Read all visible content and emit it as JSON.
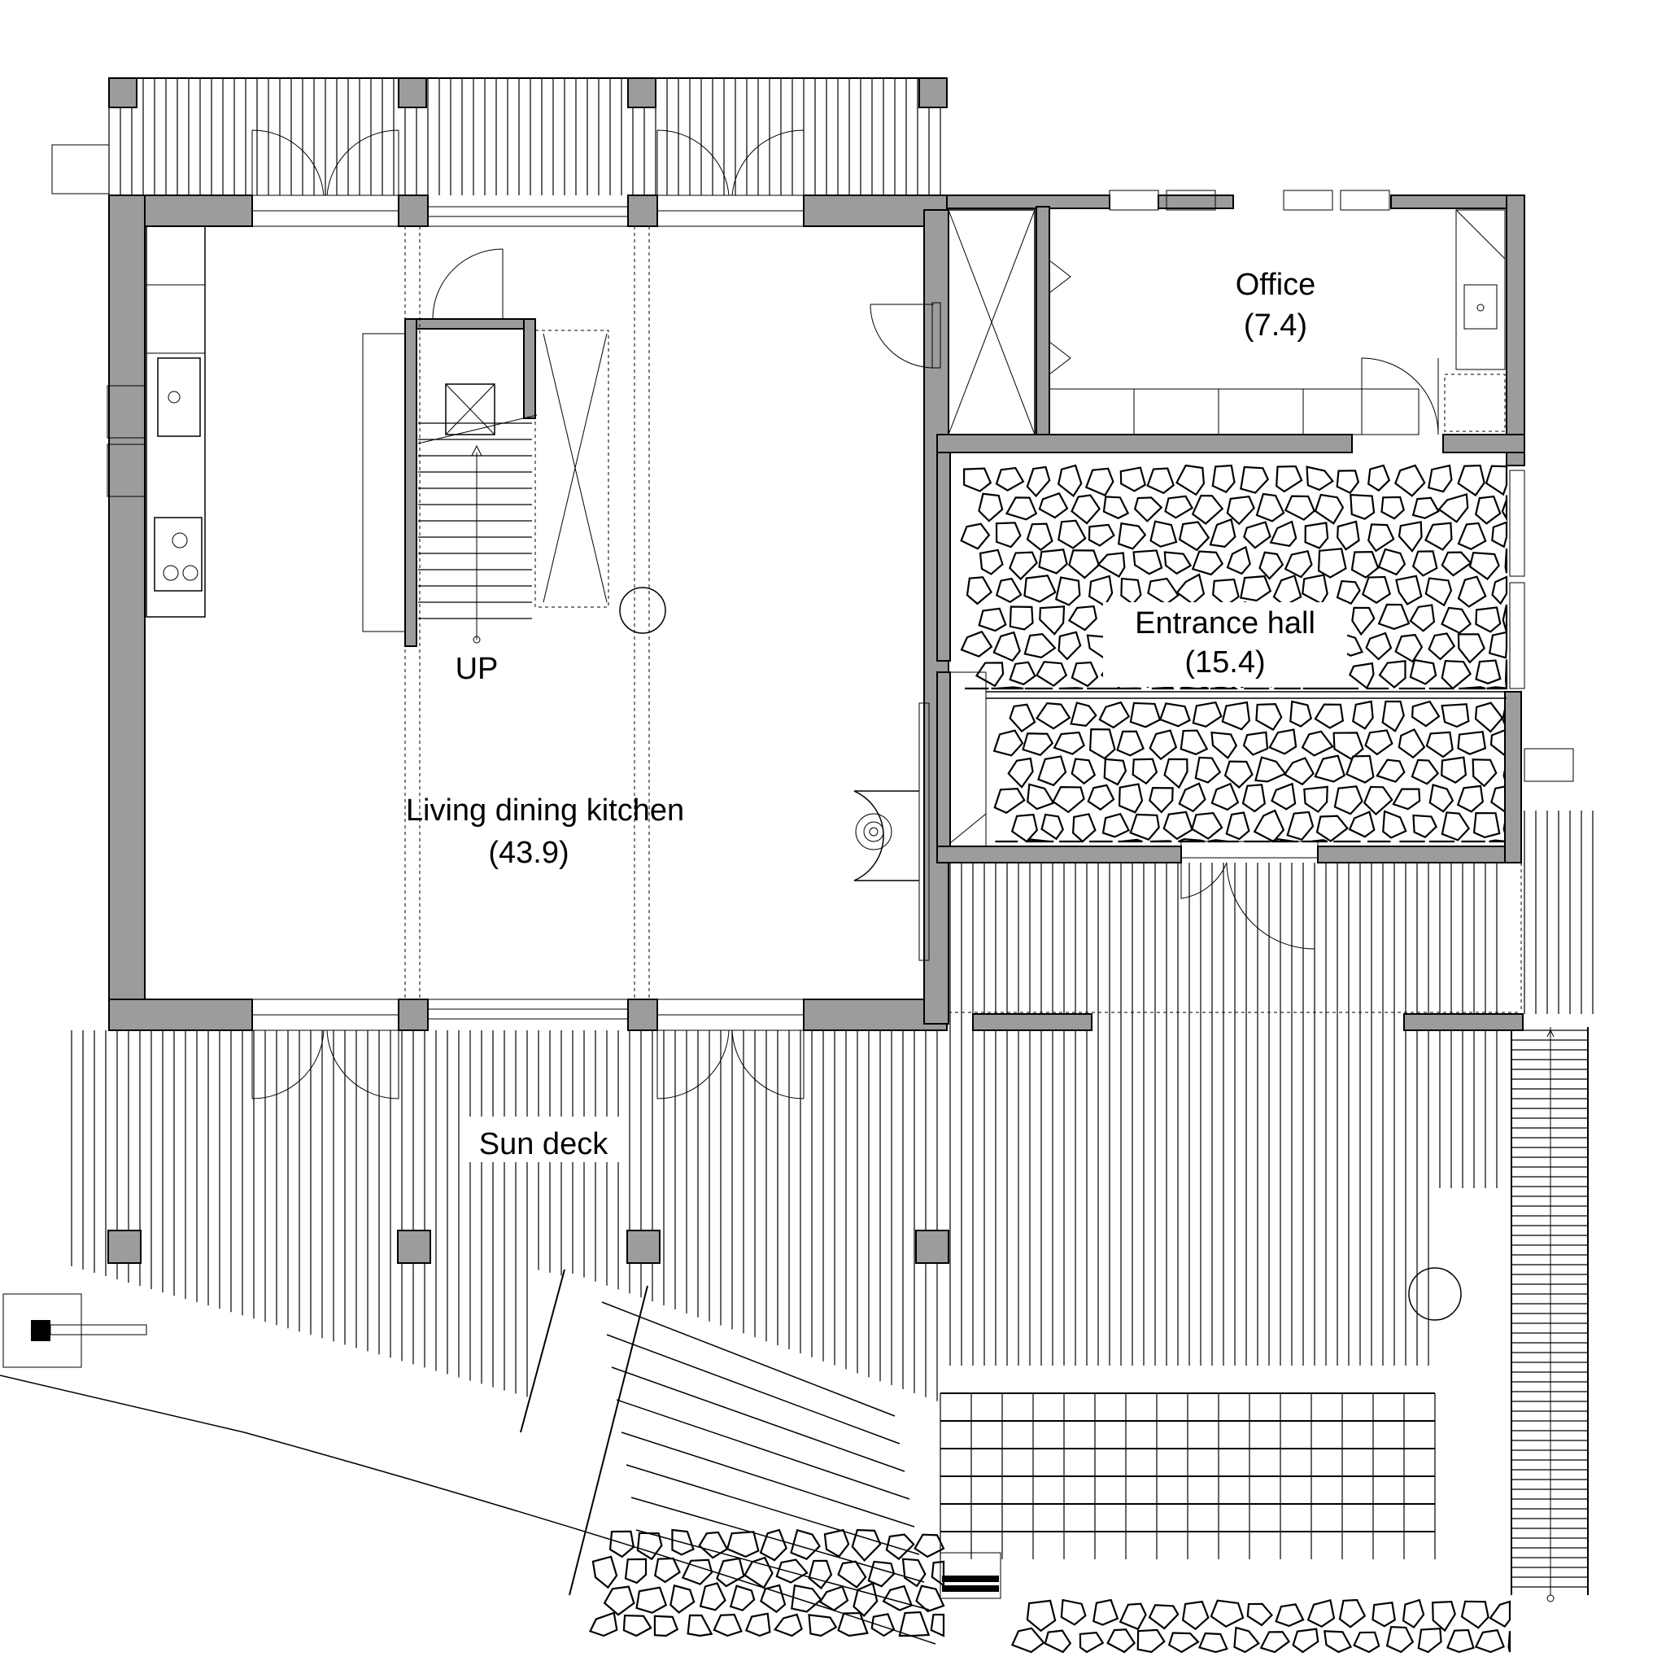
{
  "rooms": {
    "living": {
      "name": "Living dining kitchen",
      "area": "(43.9)"
    },
    "office": {
      "name": "Office",
      "area": "(7.4)"
    },
    "entrance": {
      "name": "Entrance hall",
      "area": "(15.4)"
    },
    "sundeck": {
      "name": "Sun deck"
    }
  },
  "stair": {
    "label": "UP"
  },
  "colors": {
    "wall": "#9c9c9c",
    "line": "#000000",
    "background": "#ffffff"
  }
}
